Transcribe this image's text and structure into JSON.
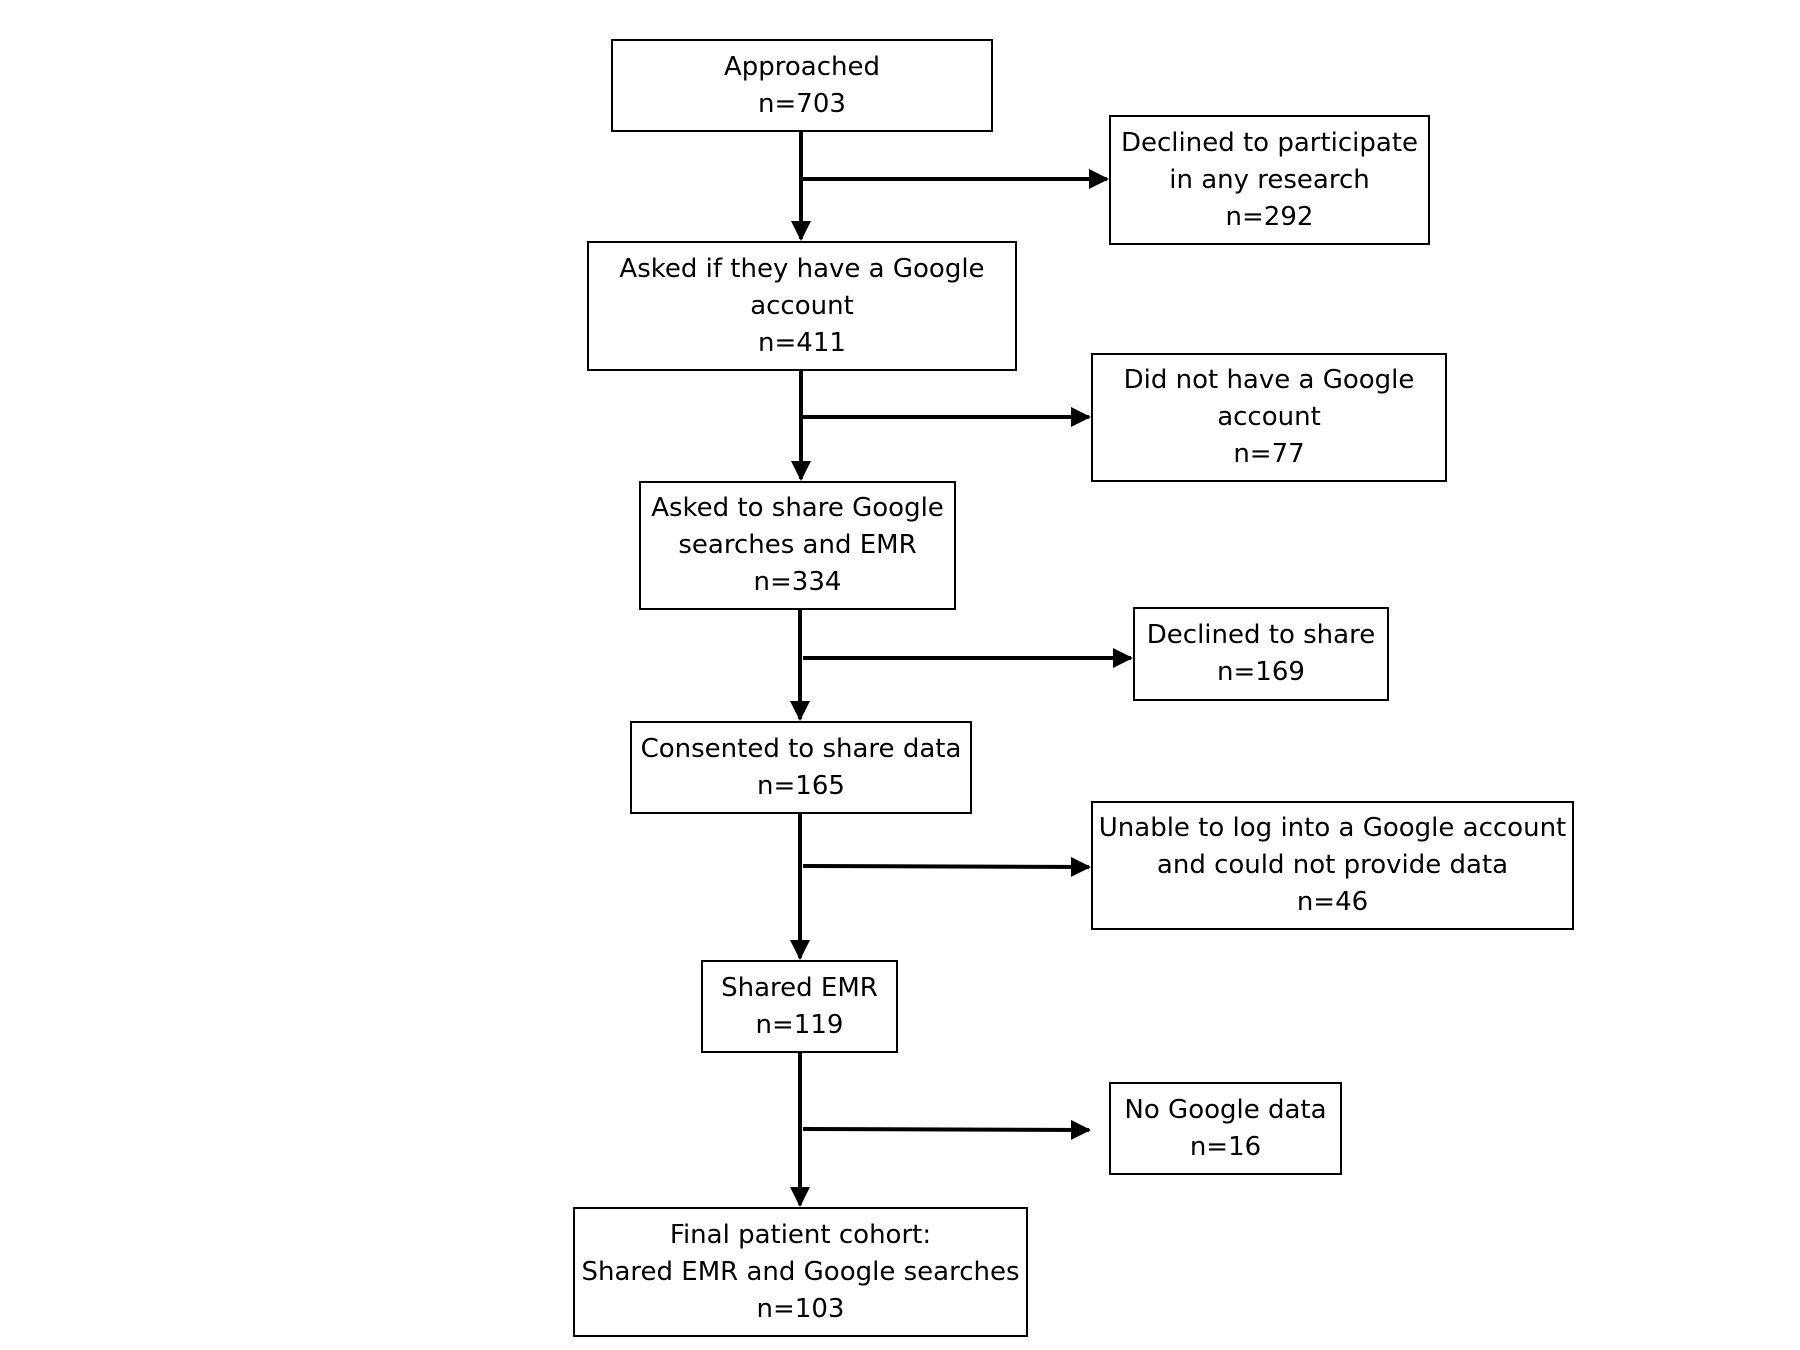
{
  "nodes": [
    {
      "id": "approached",
      "lines": [
        "Approached",
        "n=703"
      ]
    },
    {
      "id": "declined-participate",
      "lines": [
        "Declined to participate",
        "in any research",
        "n=292"
      ]
    },
    {
      "id": "asked-google-account",
      "lines": [
        "Asked if they have a Google",
        "account",
        "n=411"
      ]
    },
    {
      "id": "no-google-account",
      "lines": [
        "Did not have a Google",
        "account",
        "n=77"
      ]
    },
    {
      "id": "asked-share",
      "lines": [
        "Asked to share Google",
        "searches and EMR",
        "n=334"
      ]
    },
    {
      "id": "declined-share",
      "lines": [
        "Declined to share",
        "n=169"
      ]
    },
    {
      "id": "consented",
      "lines": [
        "Consented to share data",
        "n=165"
      ]
    },
    {
      "id": "unable-login",
      "lines": [
        "Unable to log into a Google account",
        "and could not provide data",
        "n=46"
      ]
    },
    {
      "id": "shared-emr",
      "lines": [
        "Shared EMR",
        "n=119"
      ]
    },
    {
      "id": "no-google-data",
      "lines": [
        "No Google data",
        "n=16"
      ]
    },
    {
      "id": "final-cohort",
      "lines": [
        "Final patient cohort:",
        "Shared EMR and Google searches",
        "n=103"
      ]
    }
  ],
  "edges": [
    {
      "from": "approached",
      "to": "asked-google-account"
    },
    {
      "from": "approached",
      "to": "declined-participate"
    },
    {
      "from": "asked-google-account",
      "to": "asked-share"
    },
    {
      "from": "asked-google-account",
      "to": "no-google-account"
    },
    {
      "from": "asked-share",
      "to": "consented"
    },
    {
      "from": "asked-share",
      "to": "declined-share"
    },
    {
      "from": "consented",
      "to": "shared-emr"
    },
    {
      "from": "consented",
      "to": "unable-login"
    },
    {
      "from": "shared-emr",
      "to": "final-cohort"
    },
    {
      "from": "shared-emr",
      "to": "no-google-data"
    }
  ],
  "colors": {
    "line": "#000000",
    "box_border": "#000000",
    "text": "#000000",
    "background": "#ffffff"
  }
}
